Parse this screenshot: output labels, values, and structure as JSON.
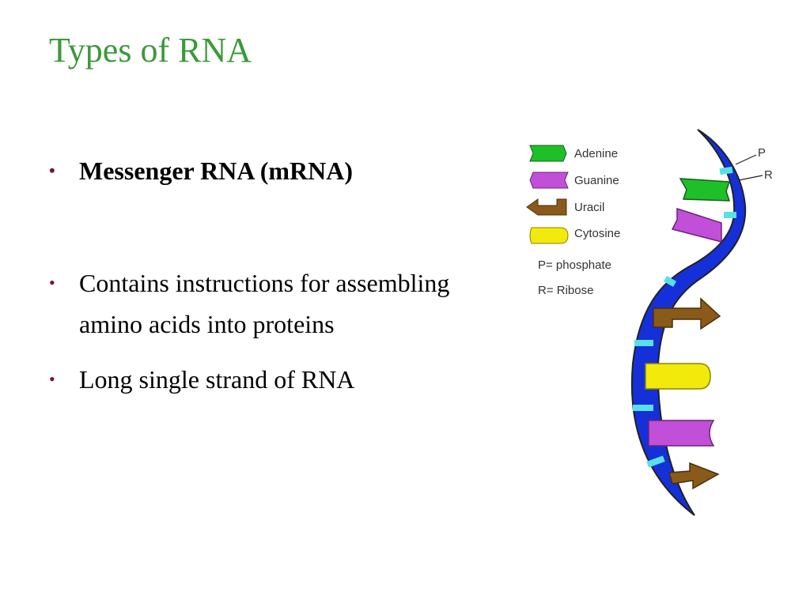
{
  "slide": {
    "title": "Types of RNA",
    "title_color": "#3a9a3a",
    "bullet_color": "#7a1230",
    "bullets": [
      {
        "text": "Messenger RNA (mRNA)",
        "bold": true
      },
      {
        "text": "Contains instructions for assembling amino acids into proteins",
        "bold": false
      },
      {
        "text": "Long single strand of RNA",
        "bold": false
      }
    ]
  },
  "diagram": {
    "legend": [
      {
        "label": "Adenine",
        "color": "#1fbf2a",
        "icon": "adenine-block"
      },
      {
        "label": "Guanine",
        "color": "#c24fd8",
        "icon": "guanine-block"
      },
      {
        "label": "Uracil",
        "color": "#8a5a1a",
        "icon": "uracil-block"
      },
      {
        "label": "Cytosine",
        "color": "#f2ea0a",
        "icon": "cytosine-block"
      }
    ],
    "notes": [
      "P= phosphate",
      "R= Ribose"
    ],
    "strand_labels": {
      "p": "P",
      "r": "R"
    },
    "backbone_color": "#1530d8",
    "backbone_stripe_color": "#58e0e8"
  }
}
